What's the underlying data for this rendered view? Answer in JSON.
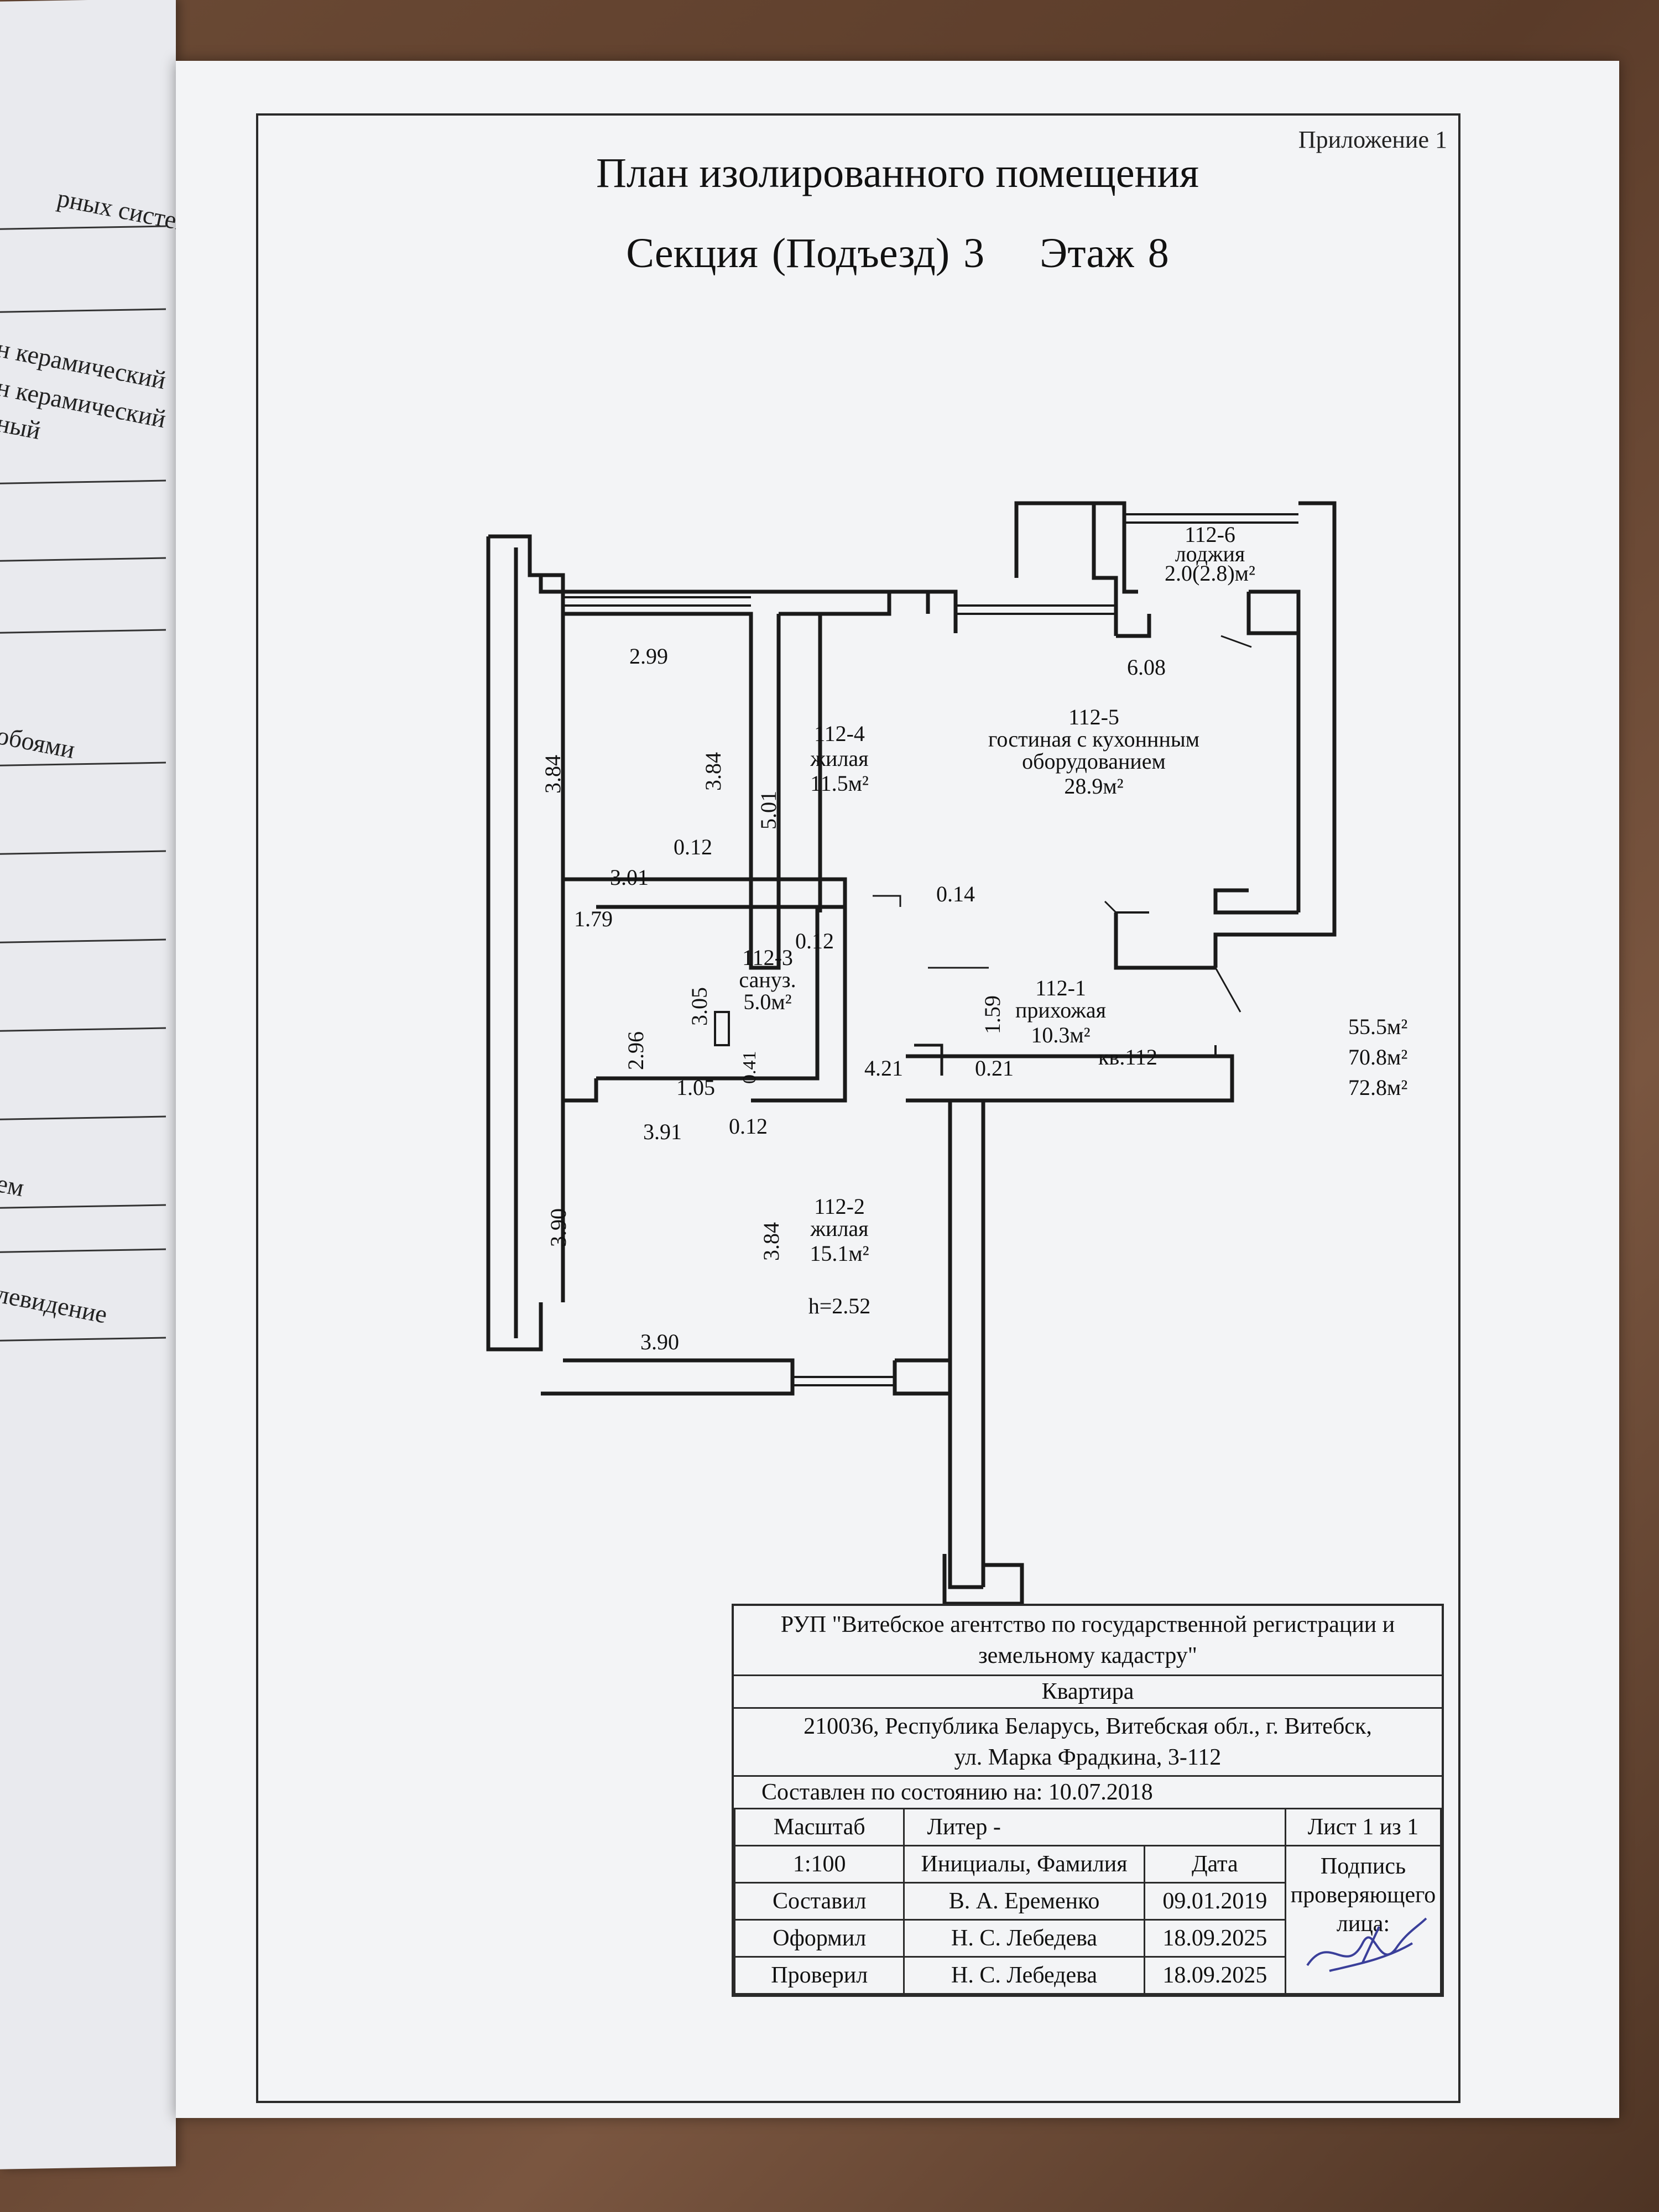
{
  "left_page": {
    "fragments": [
      "рных систем",
      "н керамический",
      "н керамический",
      "ный",
      "обоями",
      "ем",
      "левидение"
    ]
  },
  "header": {
    "appendix": "Приложение 1",
    "title": "План изолированного помещения",
    "section": "Секция (Подъезд) 3",
    "floor": "Этаж 8"
  },
  "rooms": {
    "r4": {
      "id": "112-4",
      "name": "жилая",
      "area": "11.5м²"
    },
    "r5": {
      "id": "112-5",
      "name1": "гостиная с кухоннным",
      "name2": "оборудованием",
      "area": "28.9м²"
    },
    "r6": {
      "id": "112-6",
      "name": "лоджия",
      "area": "2.0(2.8)м²"
    },
    "r3": {
      "id": "112-3",
      "name": "сануз.",
      "area": "5.0м²"
    },
    "r1": {
      "id": "112-1",
      "name": "прихожая",
      "area": "10.3м²"
    },
    "r2": {
      "id": "112-2",
      "name": "жилая",
      "area": "15.1м²",
      "height": "h=2.52"
    }
  },
  "dims": {
    "d_299": "2.99",
    "d_608": "6.08",
    "d_384a": "3.84",
    "d_384b": "3.84",
    "d_501": "5.01",
    "d_012a": "0.12",
    "d_301": "3.01",
    "d_179": "1.79",
    "d_014": "0.14",
    "d_012b": "0.12",
    "d_305": "3.05",
    "d_159": "1.59",
    "d_296": "2.96",
    "d_041": "0.41",
    "d_421": "4.21",
    "d_021": "0.21",
    "d_105": "1.05",
    "d_391": "3.91",
    "d_012c": "0.12",
    "d_390a": "3.90",
    "d_384c": "3.84",
    "d_390b": "3.90"
  },
  "apartment": {
    "area_living": "55.5м²",
    "label": "кв.112",
    "area_total": "70.8м²",
    "area_with_loggia": "72.8м²"
  },
  "stamp": {
    "org1": "РУП \"Витебское агентство по государственной регистрации и",
    "org2": "земельному кадастру\"",
    "object": "Квартира",
    "address1": "210036, Республика Беларусь, Витебская обл., г. Витебск,",
    "address2": "ул. Марка Фрадкина, 3-112",
    "state": "Составлен по состоянию на: 10.07.2018",
    "scale_label": "Масштаб",
    "liter": "Литер -",
    "sheet": "Лист  1  из 1",
    "scale": "1:100",
    "col_name": "Инициалы, Фамилия",
    "col_date": "Дата",
    "sign_label": "Подпись проверяющего лица:",
    "rows": [
      {
        "role": "Составил",
        "name": "В. А. Еременко",
        "date": "09.01.2019"
      },
      {
        "role": "Оформил",
        "name": "Н. С. Лебедева",
        "date": "18.09.2025"
      },
      {
        "role": "Проверил",
        "name": "Н. С. Лебедева",
        "date": "18.09.2025"
      }
    ]
  }
}
